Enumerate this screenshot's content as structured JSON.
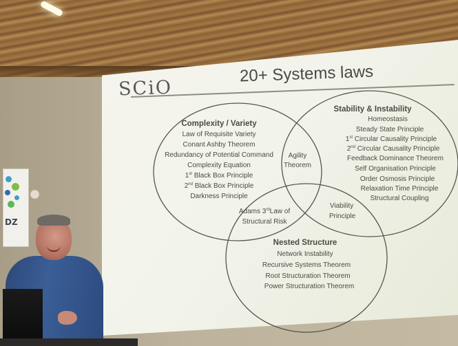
{
  "slide": {
    "logo": "SCiO",
    "title": "20+ Systems laws"
  },
  "complexity": {
    "heading": "Complexity / Variety",
    "items": [
      "Law of Requisite Variety",
      "Conant Ashby Theorem",
      "Redundancy of Potential Command",
      "Complexity Equation",
      "Black Box Principle",
      "Black Box Principle",
      "Darkness Principle"
    ],
    "ordinals": [
      "1",
      "st",
      "2",
      "nd"
    ]
  },
  "stability": {
    "heading": "Stability & Instability",
    "items": [
      "Homeostasis",
      "Steady State Principle",
      "Circular Causality Principle",
      "Circular Causality Principle",
      "Feedback Dominance Theorem",
      "Self Organisation Principle",
      "Order Osmosis Principle",
      "Relaxation Time Principle",
      "Structural Coupling"
    ],
    "ordinals": [
      "1",
      "st",
      "2",
      "nd"
    ]
  },
  "nested": {
    "heading": "Nested Structure",
    "items": [
      "Network Instability",
      "Recursive Systems Theorem",
      "Root Structuration Theorem",
      "Power Structuration Theorem"
    ]
  },
  "overlaps": {
    "agility": [
      "Agility",
      "Theorem"
    ],
    "adams": [
      "Adams 3",
      "rd",
      "Law of",
      "Structural Risk"
    ],
    "viability": [
      "Viability",
      "Principle"
    ]
  },
  "banner": {
    "label": "DZ"
  },
  "colors": {
    "slide": "#f4f5ee",
    "text": "#4a4a42",
    "shirt": "#34568c",
    "ceiling": "#9a6e3d"
  }
}
